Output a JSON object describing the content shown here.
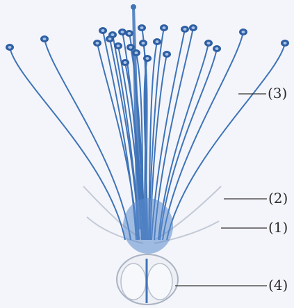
{
  "figure": {
    "callouts": [
      {
        "id": "3",
        "text": "(3)"
      },
      {
        "id": "2",
        "text": "(2)"
      },
      {
        "id": "1",
        "text": "(1)"
      },
      {
        "id": "4",
        "text": "(4)"
      }
    ]
  },
  "colors": {
    "background": "#f4f5fa",
    "stamen_blue": "#3f74b8",
    "anther_dark": "#2e5fa3",
    "petal_gray": "#c9cfd9",
    "leader_line": "#333333"
  }
}
